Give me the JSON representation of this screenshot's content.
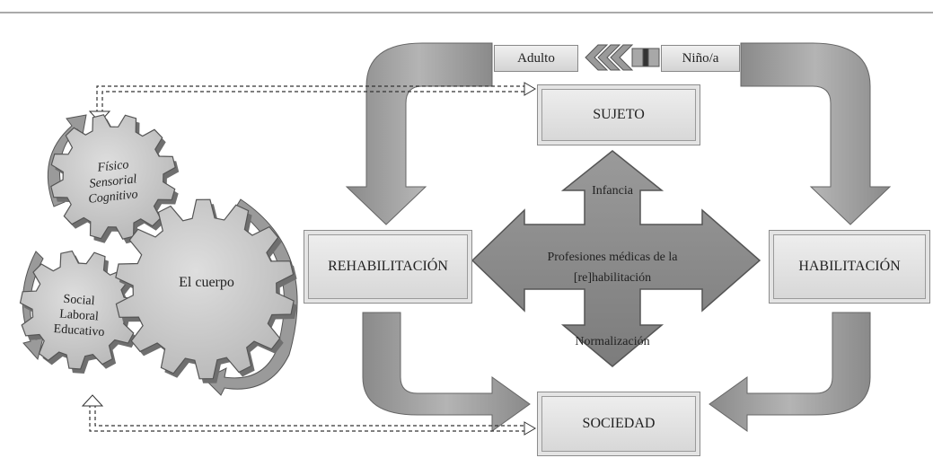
{
  "boxes": {
    "sujeto": "SUJETO",
    "sociedad": "SOCIEDAD",
    "rehabilitacion": "REHABILITACIÓN",
    "habilitacion": "HABILITACIÓN",
    "adulto": "Adulto",
    "nino": "Niño/a"
  },
  "center": {
    "title_line1": "Profesiones médicas de la",
    "title_line2": "[re]habilitación",
    "top": "Infancia",
    "bottom": "Normalización"
  },
  "gears": {
    "top": [
      "Físico",
      "Sensorial",
      "Cognitivo"
    ],
    "main": "El cuerpo",
    "bottom": [
      "Social",
      "Laboral",
      "Educativo"
    ]
  },
  "colors": {
    "arrow_fill": "#9b9b9b",
    "center_fill": "#8c8c8c",
    "gear_fill": "#c8c8c8",
    "box_fill": "#e2e2e2"
  }
}
